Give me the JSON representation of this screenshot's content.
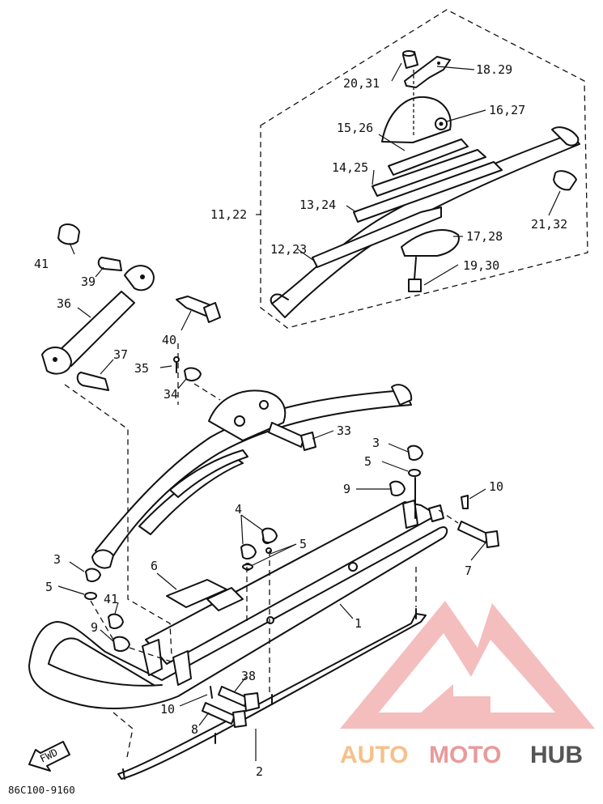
{
  "diagram": {
    "drawing_code": "86C100-9160",
    "fwd_label": "FWD",
    "callouts": {
      "c1": "1",
      "c2": "2",
      "c3a": "3",
      "c3b": "3",
      "c4": "4",
      "c5a": "5",
      "c5b": "5",
      "c5c": "5",
      "c6": "6",
      "c7": "7",
      "c8": "8",
      "c9a": "9",
      "c9b": "9",
      "c10a": "10",
      "c10b": "10",
      "c11_22": "11,22",
      "c12_23": "12,23",
      "c13_24": "13,24",
      "c14_25": "14,25",
      "c15_26": "15,26",
      "c16_27": "16,27",
      "c17_28": "17,28",
      "c18_29": "18.29",
      "c19_30": "19,30",
      "c20_31": "20,31",
      "c21_32": "21,32",
      "c33": "33",
      "c34": "34",
      "c35": "35",
      "c36": "36",
      "c37": "37",
      "c38": "38",
      "c39": "39",
      "c40": "40",
      "c41a": "41",
      "c41b": "41"
    }
  },
  "watermark": {
    "part1": "AUTO",
    "part2": "MOTO",
    "part3": "HUB",
    "colors": {
      "orange": "#f5c08a",
      "red": "#e99a9a",
      "gray": "#555555"
    }
  }
}
